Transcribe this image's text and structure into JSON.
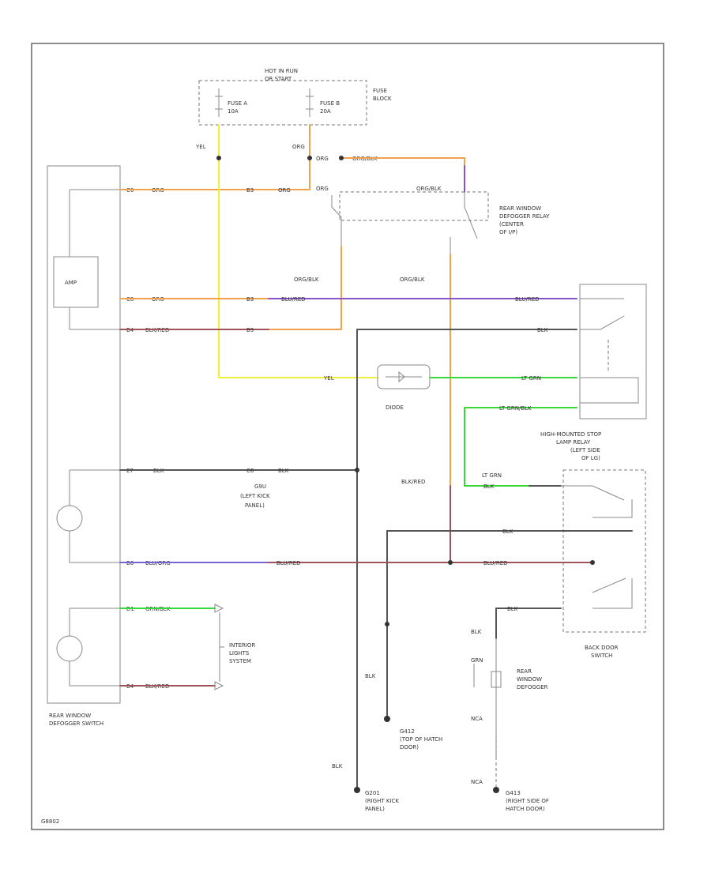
{
  "labels": {
    "hot_in_run": "HOT IN RUN",
    "hot_in_run_2": "OR START",
    "fuse_a": "FUSE A",
    "fuse_a_amp": "10A",
    "fuse_b": "FUSE B",
    "fuse_b_amp": "20A",
    "fuse_block_1": "FUSE",
    "fuse_block_2": "BLOCK",
    "yel_top": "YEL",
    "org_top": "ORG",
    "org_top2": "ORG",
    "org_blk_top": "ORG/BLK",
    "org_blk_top2": "ORG/BLK",
    "org_mid": "ORG",
    "relay_1": "REAR WINDOW",
    "relay_2": "DEFOGGER RELAY",
    "relay_3": "(CENTER",
    "relay_4": "OF I/P)",
    "amp": "AMP",
    "org_blk_a": "ORG/BLK",
    "org_blk_b": "ORG/BLK",
    "yel_mid": "YEL",
    "diode": "DIODE",
    "lt_grn": "LT GRN",
    "lt_grn_blk": "LT GRN/BLK",
    "blu_red_right": "BLU/RED",
    "blk_right": "BLK",
    "hm_1": "HIGH-MOUNTED STOP",
    "hm_2": "LAMP RELAY",
    "hm_3": "(LEFT SIDE",
    "hm_4": "OF LG)",
    "blk_red_mid": "BLK/RED",
    "lt_grn_2": "LT GRN",
    "blk_3": "BLK",
    "g_left_1": "G9U",
    "g_left_2": "(LEFT KICK",
    "g_left_3": "PANEL)",
    "blk_4": "BLK",
    "blk_5": "BLK",
    "interior_1": "INTERIOR",
    "interior_2": "LIGHTS",
    "interior_3": "SYSTEM",
    "back_door_1": "BACK DOOR",
    "back_door_2": "SWITCH",
    "blk_6": "BLK",
    "grn_7": "GRN",
    "defogger_1": "REAR",
    "defogger_2": "WINDOW",
    "defogger_3": "DEFOGGER",
    "nca_1": "NCA",
    "nca_2": "NCA",
    "blk_v1": "BLK",
    "blk_v2": "BLK",
    "g412_1": "G412",
    "g412_2": "(TOP OF HATCH",
    "g412_3": "DOOR)",
    "g201_1": "G201",
    "g201_2": "(RIGHT KICK",
    "g201_3": "PANEL)",
    "g413_1": "G413",
    "g413_2": "(RIGHT SIDE OF",
    "g413_3": "HATCH DOOR)",
    "switch_1": "REAR WINDOW",
    "switch_2": "DEFOGGER SWITCH",
    "code": "G8802"
  },
  "pins": {
    "p1": "C6",
    "p1w": "ORG",
    "p2": "C8",
    "p2w": "ORG",
    "p3": "B4",
    "p3w": "BLK/RED",
    "p4": "E7",
    "p4w": "BLK",
    "p5": "B6",
    "p5w": "BLU/ORG",
    "p6": "D1",
    "p6w": "GRN/BLK",
    "p7": "B4",
    "p7w": "BLK/RED",
    "m1": "B3",
    "m1w": "ORG",
    "m2": "B3",
    "m2w": "BLU/RED",
    "m3": "B9",
    "m4": "C6",
    "m4w": "BLK",
    "m5w": "BLU/RED",
    "m6w": "BLU/RED",
    "r1w": "BLK",
    "r2w": "BLK"
  }
}
